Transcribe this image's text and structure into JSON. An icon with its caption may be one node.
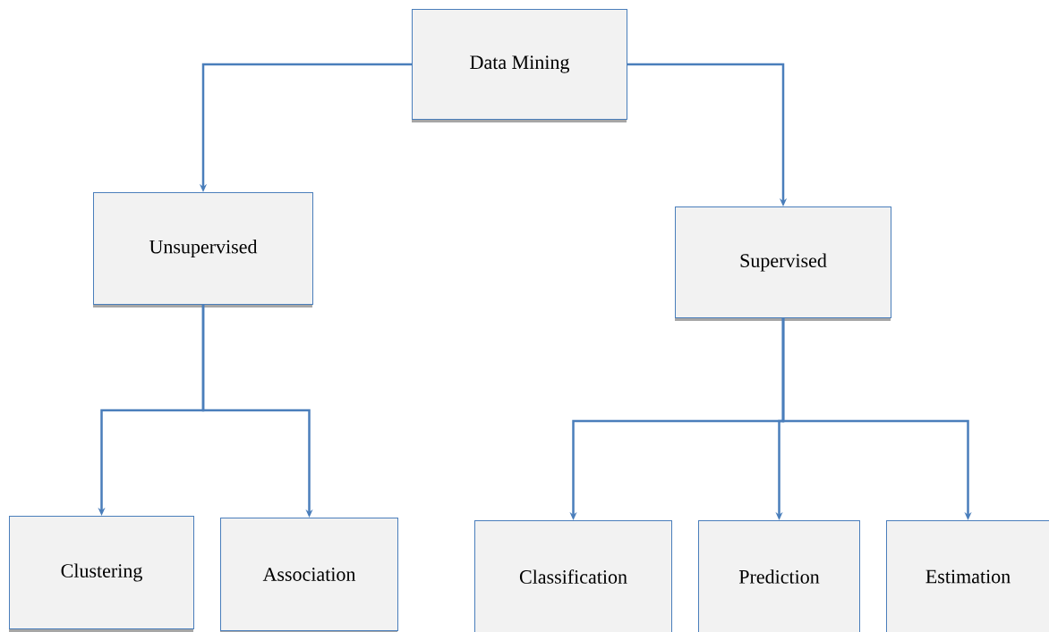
{
  "diagram": {
    "nodes": [
      {
        "text": [
          "Data Mining"
        ]
      },
      {
        "text": [
          "Unsupervised"
        ]
      },
      {
        "text": [
          "Supervised"
        ]
      },
      {
        "text": [
          "Clustering"
        ]
      },
      {
        "text": [
          "Association"
        ]
      },
      {
        "text": [
          "Classification"
        ]
      },
      {
        "text": [
          "Prediction"
        ]
      },
      {
        "text": [
          "Estimation"
        ]
      }
    ],
    "edges": [
      {
        "from": 0,
        "to": 1,
        "arrow": "to"
      },
      {
        "from": 0,
        "to": 2,
        "arrow": "to"
      },
      {
        "from": 1,
        "to": 3,
        "arrow": "to"
      },
      {
        "from": 1,
        "to": 4,
        "arrow": "to"
      },
      {
        "from": 2,
        "to": 5,
        "arrow": "to"
      },
      {
        "from": 2,
        "to": 6,
        "arrow": "to"
      },
      {
        "from": 2,
        "to": 7,
        "arrow": "to"
      }
    ]
  }
}
